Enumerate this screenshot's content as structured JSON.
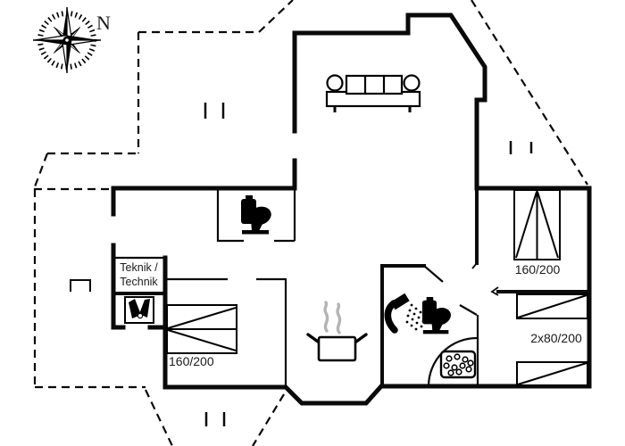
{
  "compass": {
    "label": "N"
  },
  "labels": {
    "technical_room_line1": "Teknik /",
    "technical_room_line2": "Technik",
    "bed_bottom_left": "160/200",
    "bed_top_right": "160/200",
    "beds_right": "2x80/200"
  },
  "icons": {
    "compass": "compass-rose-icon",
    "sofa": "sofa-icon",
    "wc_toilet": "toilet-icon",
    "bathroom_toilet": "toilet-icon",
    "shower": "shower-head-icon",
    "shower_tray": "shower-tray-icon",
    "kitchen": "cooking-pot-icon",
    "technical_unit": "washing-machine-icon",
    "beds": "bed-icon"
  },
  "colors": {
    "wall": "#000000",
    "background": "#ffffff",
    "steam": "#b4b4b4"
  }
}
